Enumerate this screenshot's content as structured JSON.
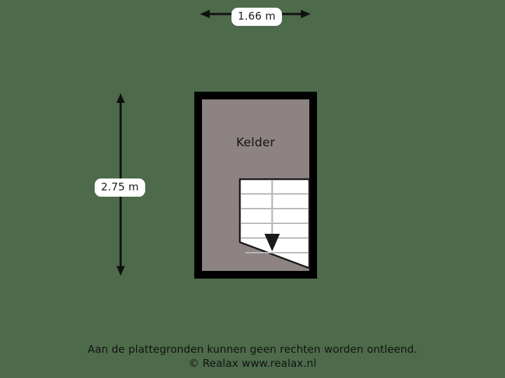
{
  "plan": {
    "background_color": "#4d6b4a",
    "room_fill_color": "#8d8382",
    "wall_color": "#000000",
    "stair_fill_color": "#ffffff",
    "stair_line_color": "#b9b9b9",
    "arrow_color": "#111111"
  },
  "dimensions": {
    "width": {
      "value": "1.66 m",
      "orientation": "horizontal"
    },
    "height": {
      "value": "2.75 m",
      "orientation": "vertical"
    }
  },
  "room": {
    "label": "Kelder"
  },
  "stairs": {
    "direction_icon": "down-arrow-icon",
    "step_count": 6
  },
  "footer": {
    "line1": "Aan de plattegronden kunnen geen rechten worden ontleend.",
    "line2": "© Realax www.realax.nl"
  }
}
